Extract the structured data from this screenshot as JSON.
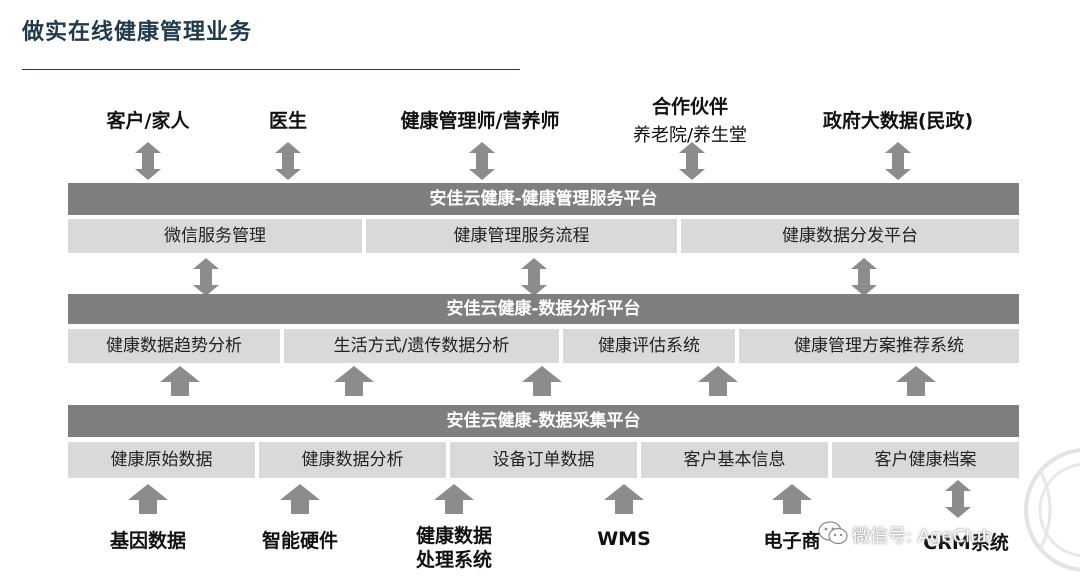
{
  "title": "做实在线健康管理业务",
  "top_entities": [
    {
      "label": "客户/家人",
      "sub": ""
    },
    {
      "label": "医生",
      "sub": ""
    },
    {
      "label": "健康管理师/营养师",
      "sub": ""
    },
    {
      "label": "合作伙伴",
      "sub": "养老院/养生堂"
    },
    {
      "label": "政府大数据(民政)",
      "sub": ""
    }
  ],
  "platforms": {
    "service": {
      "title": "安佳云健康-健康管理服务平台",
      "modules": [
        "微信服务管理",
        "健康管理服务流程",
        "健康数据分发平台"
      ]
    },
    "analysis": {
      "title": "安佳云健康-数据分析平台",
      "modules": [
        "健康数据趋势分析",
        "生活方式/遗传数据分析",
        "健康评估系统",
        "健康管理方案推荐系统"
      ]
    },
    "collection": {
      "title": "安佳云健康-数据采集平台",
      "modules": [
        "健康原始数据",
        "健康数据分析",
        "设备订单数据",
        "客户基本信息",
        "客户健康档案"
      ]
    }
  },
  "bottom_sources": [
    {
      "label": "基因数据"
    },
    {
      "label": "智能硬件"
    },
    {
      "label": "健康数据\n处理系统"
    },
    {
      "label": "WMS"
    },
    {
      "label": "电子商"
    },
    {
      "label": "CRM系统"
    }
  ],
  "watermark": "微信号: AgeClub",
  "colors": {
    "title": "#1f3a4d",
    "platform_bar": "#7f7f7f",
    "module_cell": "#d9d9d9",
    "arrow": "#8c8c8c"
  }
}
